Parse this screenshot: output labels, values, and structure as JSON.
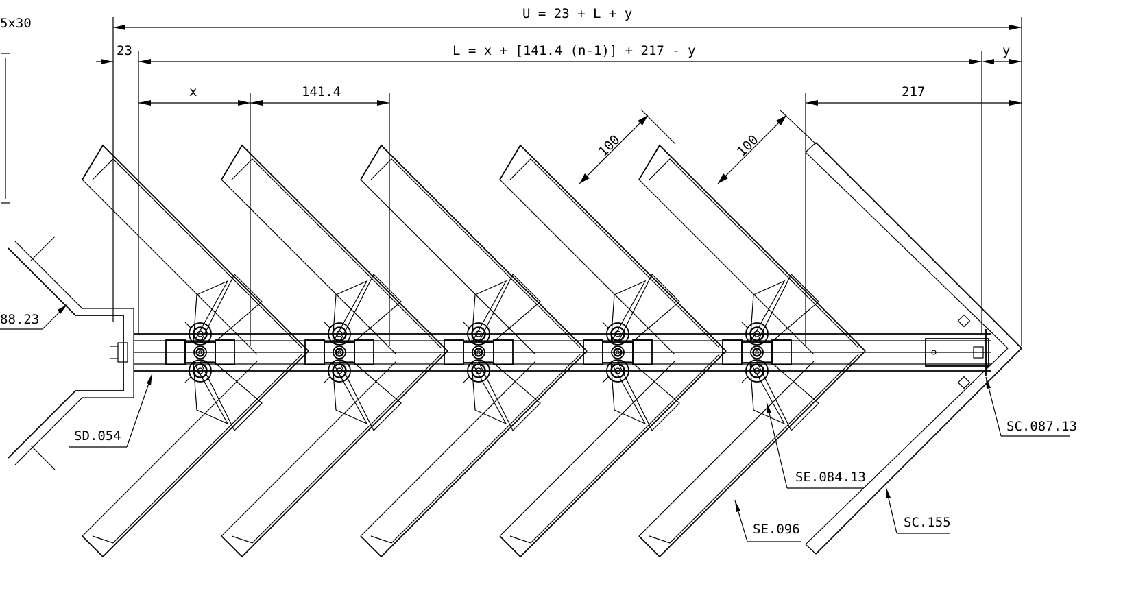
{
  "dimensions": {
    "total_formula": "U = 23 + L + y",
    "length_formula": "L = x + [141.4 (n-1)] + 217 - y",
    "offset_left": "23",
    "offset_right": "y",
    "first_pitch": "x",
    "pitch": "141.4",
    "end_length": "217",
    "blade_width_1": "100",
    "blade_width_2": "100"
  },
  "annotations": {
    "left_cut_label": "5x30",
    "left_part_label": "88.23",
    "sd054": "SD.054",
    "se08413": "SE.084.13",
    "se096": "SE.096",
    "sc155": "SC.155",
    "sc08713": "SC.087.13"
  },
  "units": {
    "blade_count": 6,
    "carrier_count": 5
  }
}
